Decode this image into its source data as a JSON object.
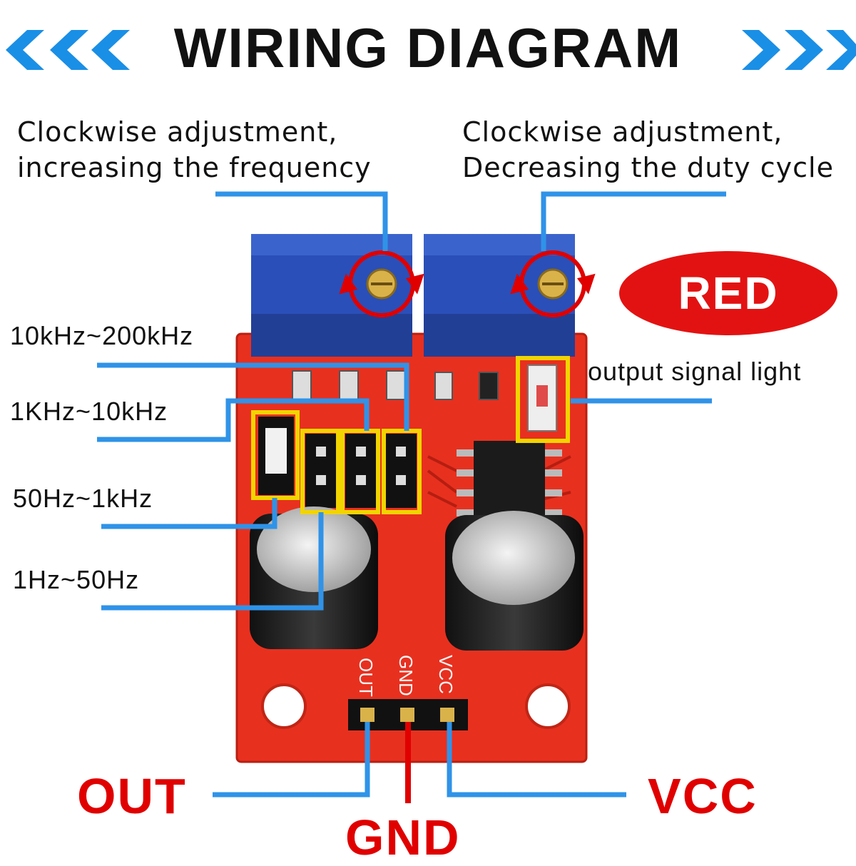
{
  "title": "WIRING DIAGRAM",
  "notes": {
    "frequency_line1": "Clockwise adjustment,",
    "frequency_line2": "increasing the frequency",
    "duty_line1": "Clockwise adjustment,",
    "duty_line2": "Decreasing the duty cycle"
  },
  "ranges": [
    "10kHz~200kHz",
    "1KHz~10kHz",
    "50Hz~1kHz",
    "1Hz~50Hz"
  ],
  "light_badge": "RED",
  "light_label": "output signal light",
  "pins": {
    "out": "OUT",
    "gnd": "GND",
    "vcc": "VCC"
  },
  "silkscreen": {
    "out": "OUT",
    "gnd": "GND",
    "vcc": "VCC"
  },
  "colors": {
    "arrow_blue": "#1a8fe6",
    "leader_blue": "#2f93e8",
    "pcb_red": "#e8301f",
    "pot_blue": "#2a4fb8",
    "highlight_yellow": "#f2d400",
    "pin_red": "#e00000"
  },
  "icons": [
    "chevron-left-icon",
    "chevron-right-icon",
    "rotate-arrow-icon"
  ]
}
